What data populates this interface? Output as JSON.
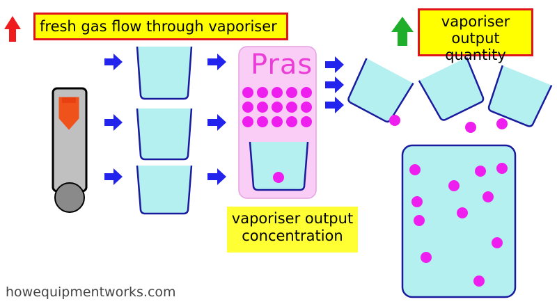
{
  "labels": {
    "fresh_gas_flow": "fresh gas flow through vaporiser",
    "output_quantity_line1": "vaporiser output",
    "output_quantity_line2": "quantity",
    "output_concentration_line1": "vaporiser output",
    "output_concentration_line2": "concentration",
    "pras": "Pras"
  },
  "footer": {
    "site": "howequipmentworks.com"
  },
  "colors": {
    "arrow_up_red": "#ee1c1c",
    "arrow_up_green": "#1fae2a",
    "flow_arrow": "#2323ee",
    "liquid": "#b5f0f0",
    "container_outline": "#1a1a9e",
    "molecule": "#ee1fee",
    "pras_panel": "#f9cdf6",
    "label_bg": "#ffff00",
    "label_border": "#e0141b"
  },
  "icons": {
    "flow_arrow": "right-arrow-icon",
    "increase_red": "up-arrow-icon",
    "increase_green": "up-arrow-icon",
    "flowmeter": "flowmeter-icon"
  }
}
